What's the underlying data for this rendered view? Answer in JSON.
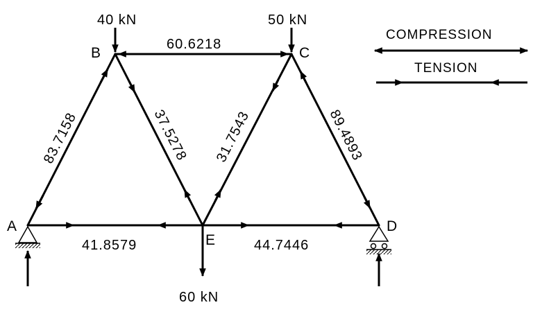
{
  "nodes": {
    "A": "A",
    "B": "B",
    "C": "C",
    "D": "D",
    "E": "E"
  },
  "loads": {
    "B": "40 kN",
    "C": "50 kN",
    "E": "60 kN"
  },
  "members": {
    "AB": "83.7158",
    "BC": "60.6218",
    "BE": "37.5278",
    "CE": "31.7543",
    "CD": "89.4893",
    "AE": "41.8579",
    "ED": "44.7446"
  },
  "legend": {
    "compression": "COMPRESSION",
    "tension": "TENSION"
  }
}
